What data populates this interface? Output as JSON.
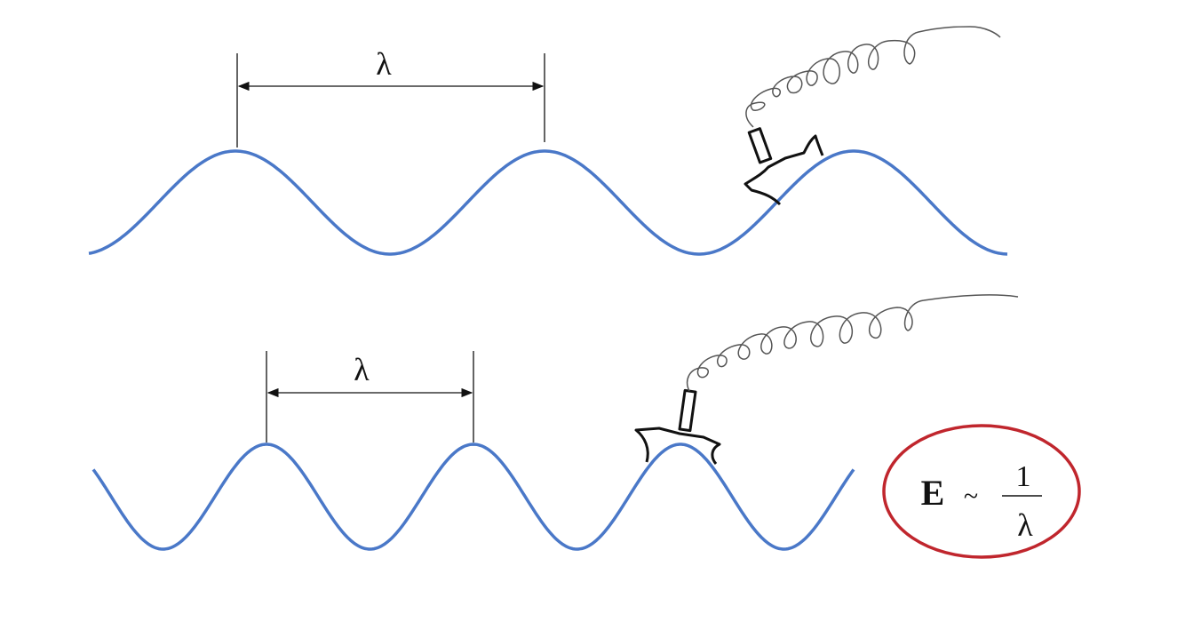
{
  "top_panel": {
    "wavelength_label": "λ"
  },
  "bottom_panel": {
    "wavelength_label": "λ"
  },
  "formula": {
    "energy": "E",
    "relation": "~",
    "numerator": "1",
    "denominator": "λ"
  },
  "colors": {
    "wave": "#4a78c8",
    "ellipse": "#c0262d",
    "ink": "#111111",
    "coil": "#555555"
  }
}
